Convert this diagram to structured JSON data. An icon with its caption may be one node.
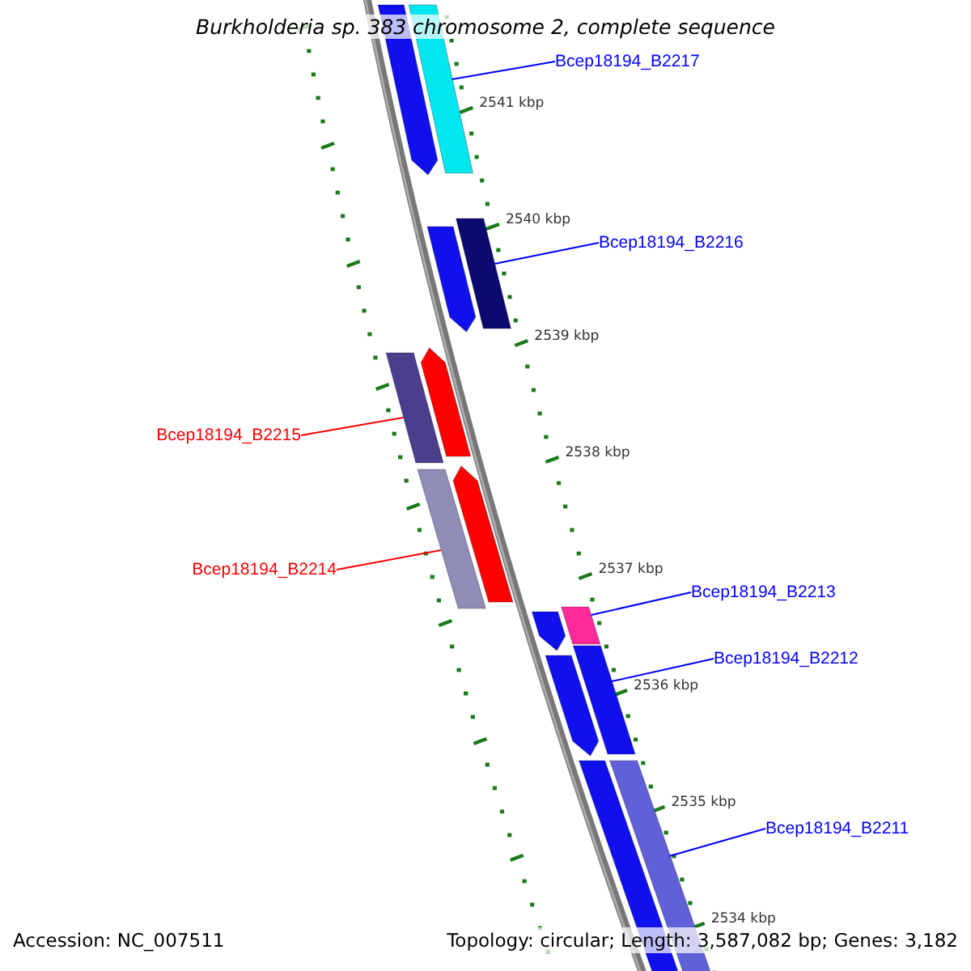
{
  "diagram": {
    "title": "Burkholderia sp. 383 chromosome 2, complete sequence",
    "nodes": [
      {
        "text": [
          "Bcep18194_B2217"
        ]
      },
      {
        "text": [
          "Bcep18194_B2216"
        ]
      },
      {
        "text": [
          "Bcep18194_B2215"
        ]
      },
      {
        "text": [
          "Bcep18194_B2214"
        ]
      },
      {
        "text": [
          "Bcep18194_B2213"
        ]
      },
      {
        "text": [
          "Bcep18194_B2212"
        ]
      },
      {
        "text": [
          "Bcep18194_B2211"
        ]
      },
      {
        "text": [],
        "shape": "arrow"
      },
      {
        "text": [],
        "shape": "bar"
      },
      {
        "text": [],
        "shape": "arrow"
      },
      {
        "text": [],
        "shape": "bar"
      },
      {
        "text": [],
        "shape": "bar"
      },
      {
        "text": [],
        "shape": "arrow"
      },
      {
        "text": [],
        "shape": "bar"
      },
      {
        "text": [],
        "shape": "arrow"
      },
      {
        "text": [],
        "shape": "arrow"
      },
      {
        "text": [],
        "shape": "bar"
      },
      {
        "text": [],
        "shape": "arrow"
      },
      {
        "text": [],
        "shape": "bar"
      },
      {
        "text": [],
        "shape": "bar"
      },
      {
        "text": [],
        "shape": "bar"
      }
    ],
    "edges": [
      {
        "from": 0,
        "to": 8,
        "arrow": "none"
      },
      {
        "from": 1,
        "to": 10,
        "arrow": "none"
      },
      {
        "from": 2,
        "to": 11,
        "arrow": "none",
        "color": "#ff0000"
      },
      {
        "from": 3,
        "to": 13,
        "arrow": "none",
        "color": "#ff0000"
      },
      {
        "from": 4,
        "to": 16,
        "arrow": "none"
      },
      {
        "from": 5,
        "to": 18,
        "arrow": "none"
      },
      {
        "from": 6,
        "to": 20,
        "arrow": "none"
      }
    ],
    "labels": [
      "2541 kbp",
      "2540 kbp",
      "2539 kbp",
      "2538 kbp",
      "2537 kbp",
      "2536 kbp",
      "2535 kbp",
      "2534 kbp",
      "Accession: NC_007511",
      "Topology: circular; Length: 3,587,082 bp; Genes: 3,182"
    ]
  }
}
